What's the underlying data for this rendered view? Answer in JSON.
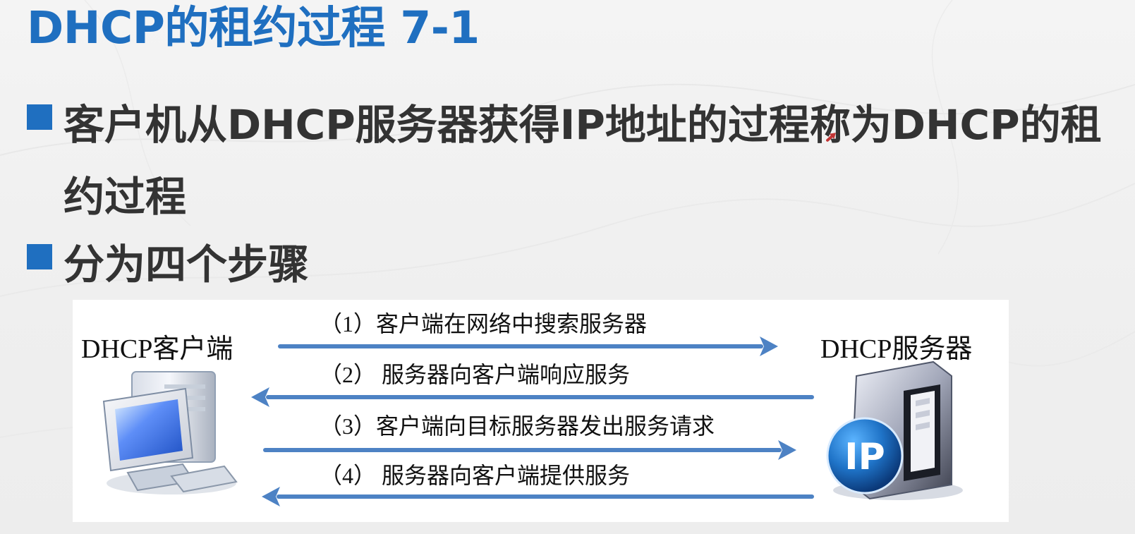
{
  "slide": {
    "title": "DHCP的租约过程 7-1",
    "bullets": [
      "客户机从DHCP服务器获得IP地址的过程称为DHCP的租约过程",
      "分为四个步骤"
    ]
  },
  "diagram": {
    "client_label": "DHCP客户端",
    "server_label": "DHCP服务器",
    "server_badge": "IP",
    "steps": [
      "（1）客户端在网络中搜索服务器",
      "（2） 服务器向客户端响应服务",
      "（3）客户端向目标服务器发出服务请求",
      "（4） 服务器向客户端提供服务"
    ]
  },
  "colors": {
    "title_blue": "#1f6fc0",
    "bullet_blue": "#1f6fc0",
    "body_text": "#333333",
    "arrow_blue": "#4d82c4"
  },
  "icons": {
    "client": "computer-icon",
    "server": "server-icon",
    "cursor": "pen-cursor-icon"
  }
}
